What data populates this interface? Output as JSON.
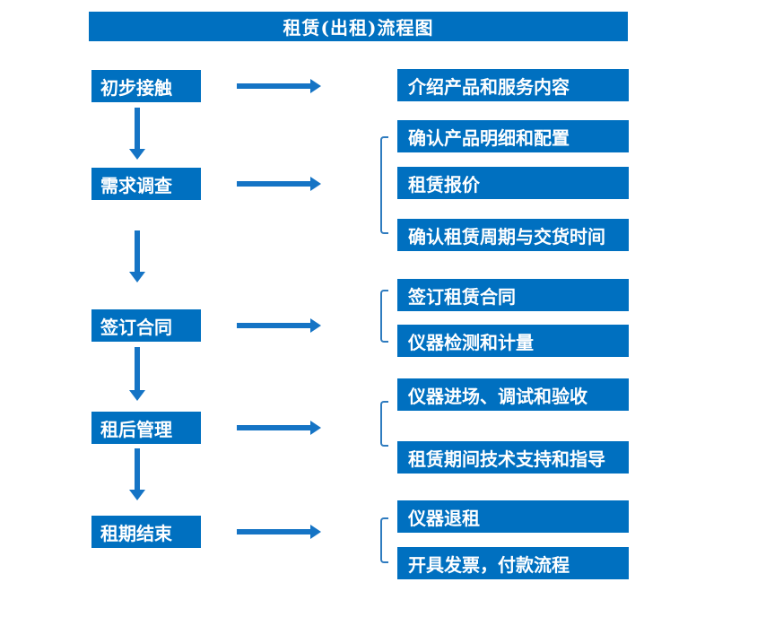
{
  "title": "租赁(出租)流程图",
  "colors": {
    "box_blue": "#0070c0",
    "arrow_blue": "#1574c5",
    "bracket_blue": "#2e7bbf",
    "text": "#ffffff",
    "background": "#ffffff"
  },
  "stages": [
    {
      "label": "初步接触",
      "details": [
        "介绍产品和服务内容"
      ]
    },
    {
      "label": "需求调查",
      "details": [
        "确认产品明细和配置",
        "租赁报价",
        "确认租赁周期与交货时间"
      ]
    },
    {
      "label": "签订合同",
      "details": [
        "签订租赁合同",
        "仪器检测和计量"
      ]
    },
    {
      "label": "租后管理",
      "details": [
        "仪器进场、调试和验收",
        "租赁期间技术支持和指导"
      ]
    },
    {
      "label": "租期结束",
      "details": [
        "仪器退租",
        "开具发票，付款流程"
      ]
    }
  ]
}
